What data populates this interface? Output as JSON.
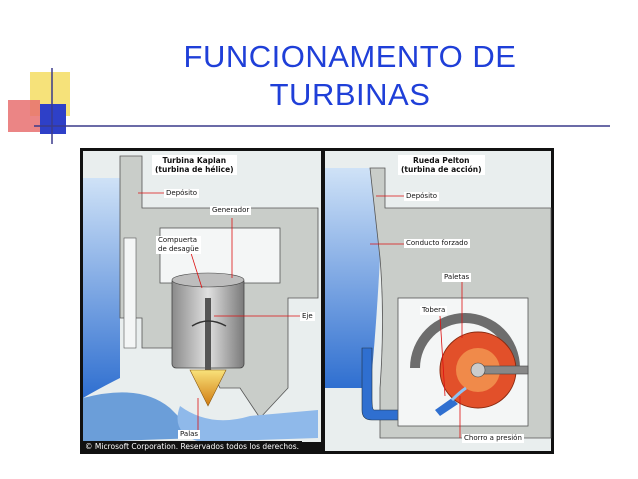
{
  "slide": {
    "title_line1": "FUNCIONAMENTO DE",
    "title_line2": "TURBINAS"
  },
  "diagram": {
    "kaplan": {
      "title_line1": "Turbina Kaplan",
      "title_line2": "(turbina de hélice)",
      "labels": {
        "deposito": "Depósito",
        "generador": "Generador",
        "compuerta_line1": "Compuerta",
        "compuerta_line2": "de desagüe",
        "eje": "Eje",
        "palas": "Palas"
      }
    },
    "pelton": {
      "title_line1": "Rueda Pelton",
      "title_line2": "(turbina de acción)",
      "labels": {
        "deposito": "Depósito",
        "conducto": "Conducto forzado",
        "paletas": "Paletas",
        "tobera": "Tobera",
        "chorro": "Chorro a presión"
      }
    },
    "copyright": "© Microsoft Corporation. Reservados todos los derechos."
  },
  "colors": {
    "title": "#1f3fd8",
    "concrete": "#c9cdc9",
    "water": "#2f6fd0",
    "water_light": "#9cc3ee",
    "deco_yellow": "#f6e27a",
    "deco_red": "#e75a5a",
    "deco_blue": "#2e40c8"
  }
}
